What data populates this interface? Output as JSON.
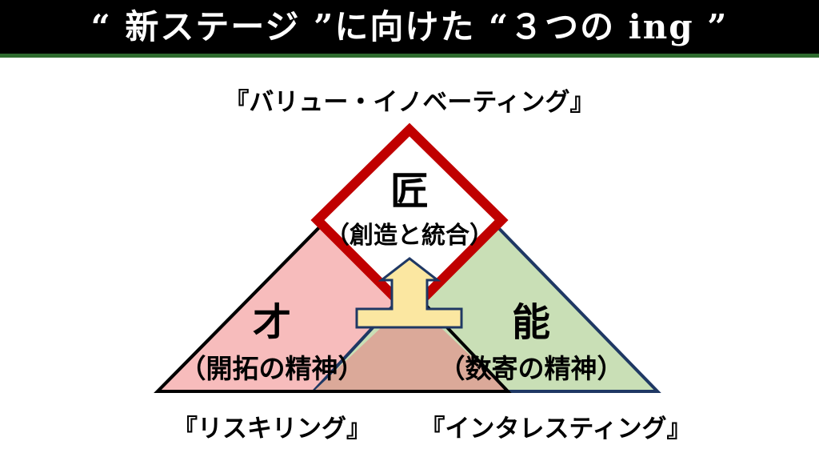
{
  "header": {
    "title": "“ 新ステージ ”に向けた “３つの ing ”"
  },
  "labels": {
    "top": "『バリュー・イノベーティング』",
    "left": "『リスキリング』",
    "right": "『インタレスティング』"
  },
  "diagram": {
    "top_node": {
      "heading": "匠",
      "sub": "（創造と統合）"
    },
    "left_node": {
      "heading": "才",
      "sub": "（開拓の精神）"
    },
    "right_node": {
      "heading": "能",
      "sub": "（数寄の精神）"
    }
  },
  "colors": {
    "title_bg": "#000000",
    "title_underline": "#2e6b2e",
    "left_fill": "#f7bcbc",
    "right_fill": "#c9dfb6",
    "overlap_fill": "#dba999",
    "diamond_border": "#c00000",
    "right_border": "#1f3864",
    "arrow_fill": "#fbe7a1",
    "arrow_border": "#1f3864"
  },
  "icons": {
    "connector": "up-arrow-icon"
  }
}
